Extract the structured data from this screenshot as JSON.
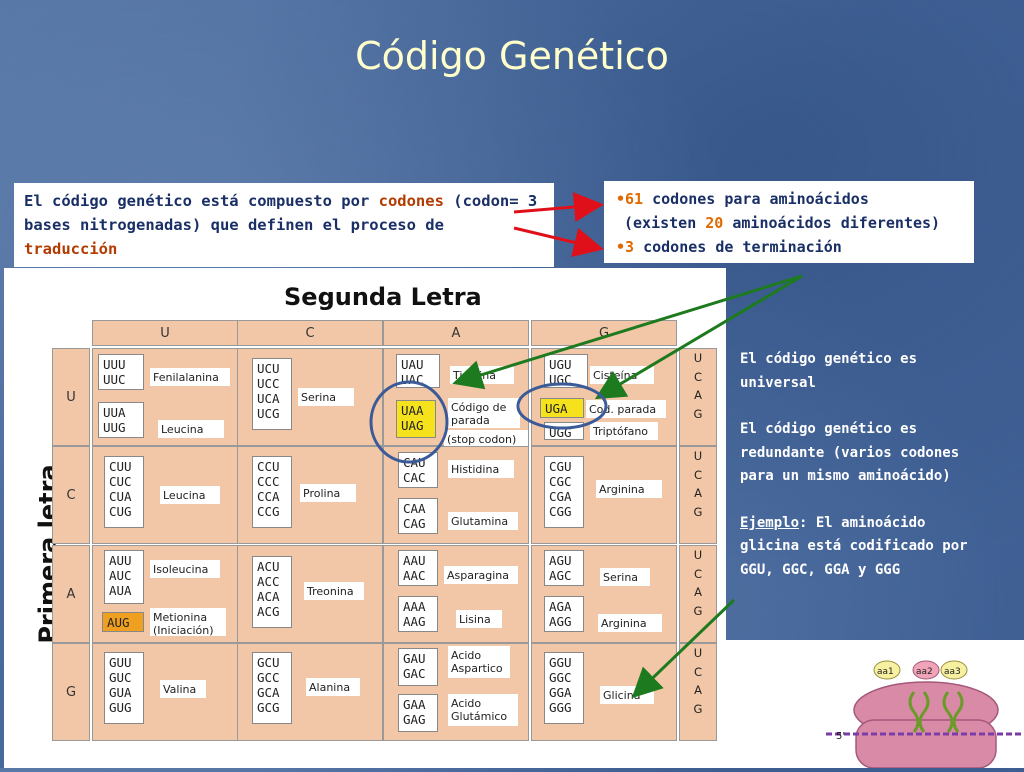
{
  "title": "Código Genético",
  "intro": {
    "part1": "El código genético está compuesto por ",
    "codones": "codones",
    "part2": " (codon= 3 bases nitrogenadas) que definen el proceso de ",
    "traduccion": "traducción"
  },
  "counts": {
    "line1_num": "61",
    "line1_rest": " codones para aminoácidos",
    "line2_open": "(existen ",
    "line2_num": "20",
    "line2_rest": " aminoácidos diferentes)",
    "line3_num": "3",
    "line3_rest": " codones de terminación"
  },
  "table": {
    "segunda": "Segunda Letra",
    "primera": "Primera letra",
    "columns": [
      "U",
      "C",
      "A",
      "G"
    ],
    "rows": [
      "U",
      "C",
      "A",
      "G"
    ],
    "third": "UCAG",
    "cells": {
      "uu_a": "UUU\nUUC",
      "uu_a_aa": "Fenilalanina",
      "uu_b": "UUA\nUUG",
      "uu_b_aa": "Leucina",
      "uc": "UCU\nUCC\nUCA\nUCG",
      "uc_aa": "Serina",
      "ua_a": "UAU\nUAC",
      "ua_a_aa": "Tirosina",
      "ua_b": "UAA\nUAG",
      "ua_b_aa": "Código de\nparada",
      "ua_b_aa2": "(stop codon)",
      "ug_a": "UGU\nUGC",
      "ug_a_aa": "Cisteína",
      "ug_b": "UGA",
      "ug_b_aa": "Cod. parada",
      "ug_c": "UGG",
      "ug_c_aa": "Triptófano",
      "cu": "CUU\nCUC\nCUA\nCUG",
      "cu_aa": "Leucina",
      "cc": "CCU\nCCC\nCCA\nCCG",
      "cc_aa": "Prolina",
      "ca_a": "CAU\nCAC",
      "ca_a_aa": "Histidina",
      "ca_b": "CAA\nCAG",
      "ca_b_aa": "Glutamina",
      "cg": "CGU\nCGC\nCGA\nCGG",
      "cg_aa": "Arginina",
      "au_a": "AUU\nAUC\nAUA",
      "au_a_aa": "Isoleucina",
      "au_b": "AUG",
      "au_b_aa": "Metionina\n(Iniciación)",
      "ac": "ACU\nACC\nACA\nACG",
      "ac_aa": "Treonina",
      "aa_a": "AAU\nAAC",
      "aa_a_aa": "Asparagina",
      "aa_b": "AAA\nAAG",
      "aa_b_aa": "Lisina",
      "ag_a": "AGU\nAGC",
      "ag_a_aa": "Serina",
      "ag_b": "AGA\nAGG",
      "ag_b_aa": "Arginina",
      "gu": "GUU\nGUC\nGUA\nGUG",
      "gu_aa": "Valina",
      "gc": "GCU\nGCC\nGCA\nGCG",
      "gc_aa": "Alanina",
      "ga_a": "GAU\nGAC",
      "ga_a_aa": "Acido\nAspartico",
      "ga_b": "GAA\nGAG",
      "ga_b_aa": "Acido\nGlutámico",
      "gg": "GGU\nGGC\nGGA\nGGG",
      "gg_aa": "Glicina"
    }
  },
  "right": {
    "p1": "El código genético es universal",
    "p2": "El código genético es redundante (varios codones para un mismo aminoácido)",
    "ejemplo": "Ejemplo",
    "p3_rest": ": El aminoácido glicina está codificado por GGU, GGC, GGA y GGG"
  },
  "ribosome": {
    "aa1": "aa1",
    "aa2": "aa2",
    "aa3": "aa3",
    "five": "5'"
  },
  "colors": {
    "highlight": "#b33a00",
    "table_fill": "#f2c7a7",
    "stop_yellow": "#f5e21c",
    "start_orange": "#f0a020",
    "arrow_red": "#e0101a",
    "arrow_green": "#1e7a1e"
  }
}
